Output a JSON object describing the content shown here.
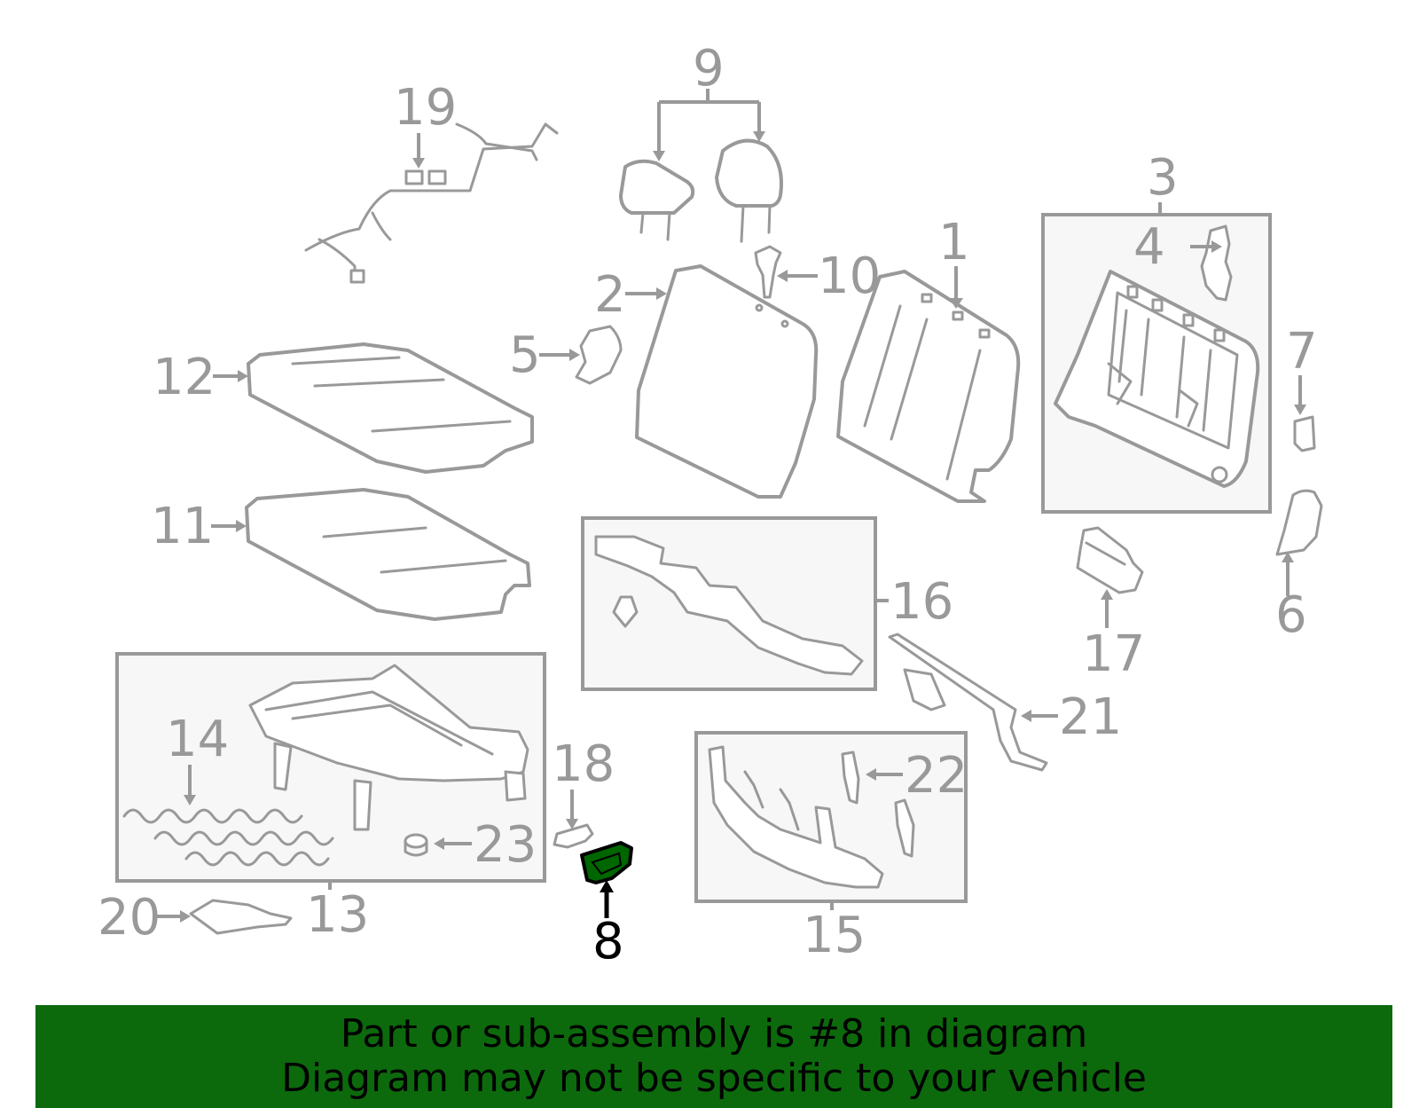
{
  "callouts": {
    "c1": "1",
    "c2": "2",
    "c3": "3",
    "c4": "4",
    "c5": "5",
    "c6": "6",
    "c7": "7",
    "c8": "8",
    "c9": "9",
    "c10": "10",
    "c11": "11",
    "c12": "12",
    "c13": "13",
    "c14": "14",
    "c15": "15",
    "c16": "16",
    "c17": "17",
    "c18": "18",
    "c19": "19",
    "c20": "20",
    "c21": "21",
    "c22": "22",
    "c23": "23"
  },
  "highlight": {
    "part_number": "8",
    "color": "#006600"
  },
  "colors": {
    "line": "#999999",
    "highlight_part": "#006600",
    "banner": "#0c6a0c",
    "banner_text": "#000000"
  },
  "banner": {
    "line1": "Part or sub-assembly is #8 in diagram",
    "line2": "Diagram may not be specific to your vehicle"
  }
}
